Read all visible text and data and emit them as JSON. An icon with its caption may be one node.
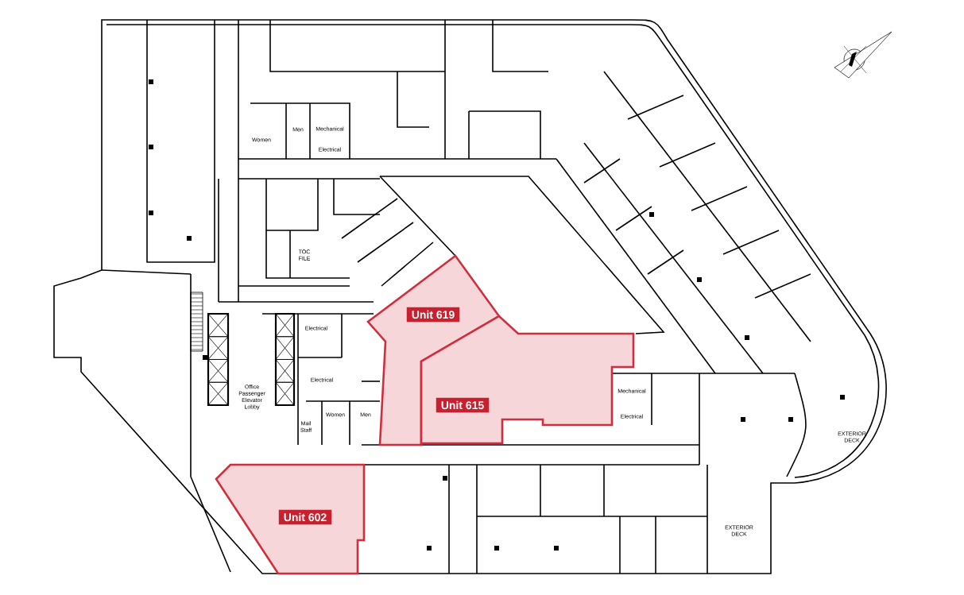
{
  "diagram": {
    "nodes": [
      {
        "text": [
          "Unit 619"
        ]
      },
      {
        "text": [
          "Unit 615"
        ]
      },
      {
        "text": [
          "Unit 602"
        ]
      }
    ],
    "labels": [
      "Women",
      "Men",
      "Mechanical",
      "Electrical",
      "TOC FILE",
      "Electrical",
      "Office Passenger Elevator Lobby",
      "Electrical",
      "Women",
      "Men",
      "Mail Staff",
      "Mechanical",
      "Electrical",
      "EXTERIOR DECK",
      "EXTERIOR DECK"
    ]
  }
}
